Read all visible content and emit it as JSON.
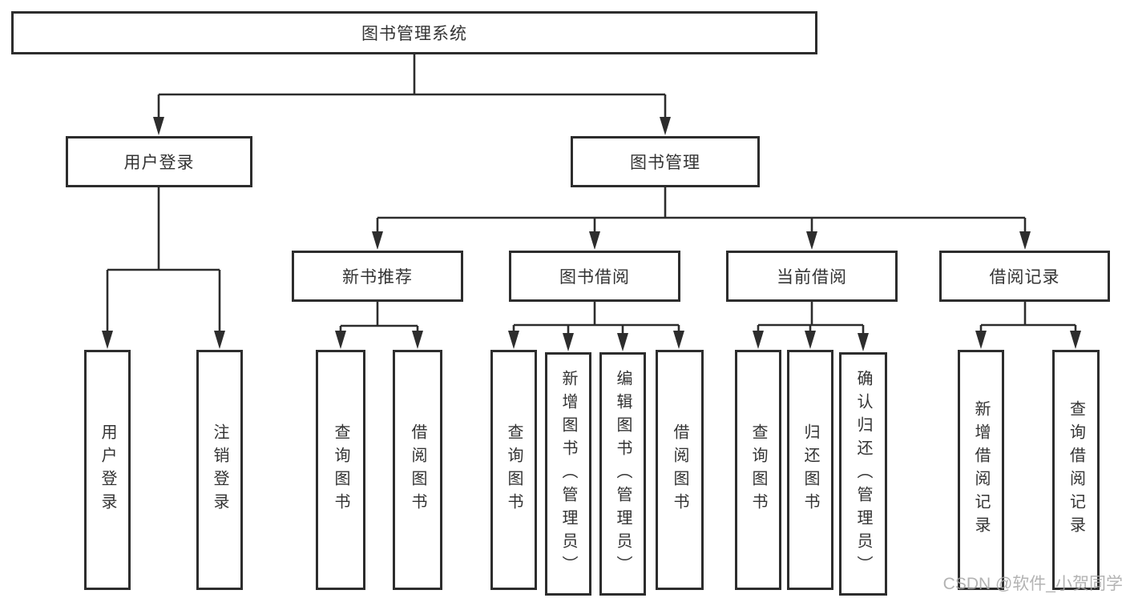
{
  "nodes": {
    "root": "图书管理系统",
    "branches": [
      {
        "label": "用户登录",
        "children": [
          "用户登录",
          "注销登录"
        ]
      },
      {
        "label": "图书管理",
        "groups": [
          {
            "label": "新书推荐",
            "children": [
              "查询图书",
              "借阅图书"
            ]
          },
          {
            "label": "图书借阅",
            "children": [
              "查询图书",
              "新增图书（管理员）",
              "编辑图书（管理员）",
              "借阅图书"
            ]
          },
          {
            "label": "当前借阅",
            "children": [
              "查询图书",
              "归还图书",
              "确认归还（管理员）"
            ]
          },
          {
            "label": "借阅记录",
            "children": [
              "新增借阅记录",
              "查询借阅记录"
            ]
          }
        ]
      }
    ]
  },
  "watermark": "CSDN @软件_小贺同学",
  "colors": {
    "line": "#2d2d2d",
    "text": "#333333",
    "background": "#ffffff",
    "watermark": "#a6a6a6"
  }
}
